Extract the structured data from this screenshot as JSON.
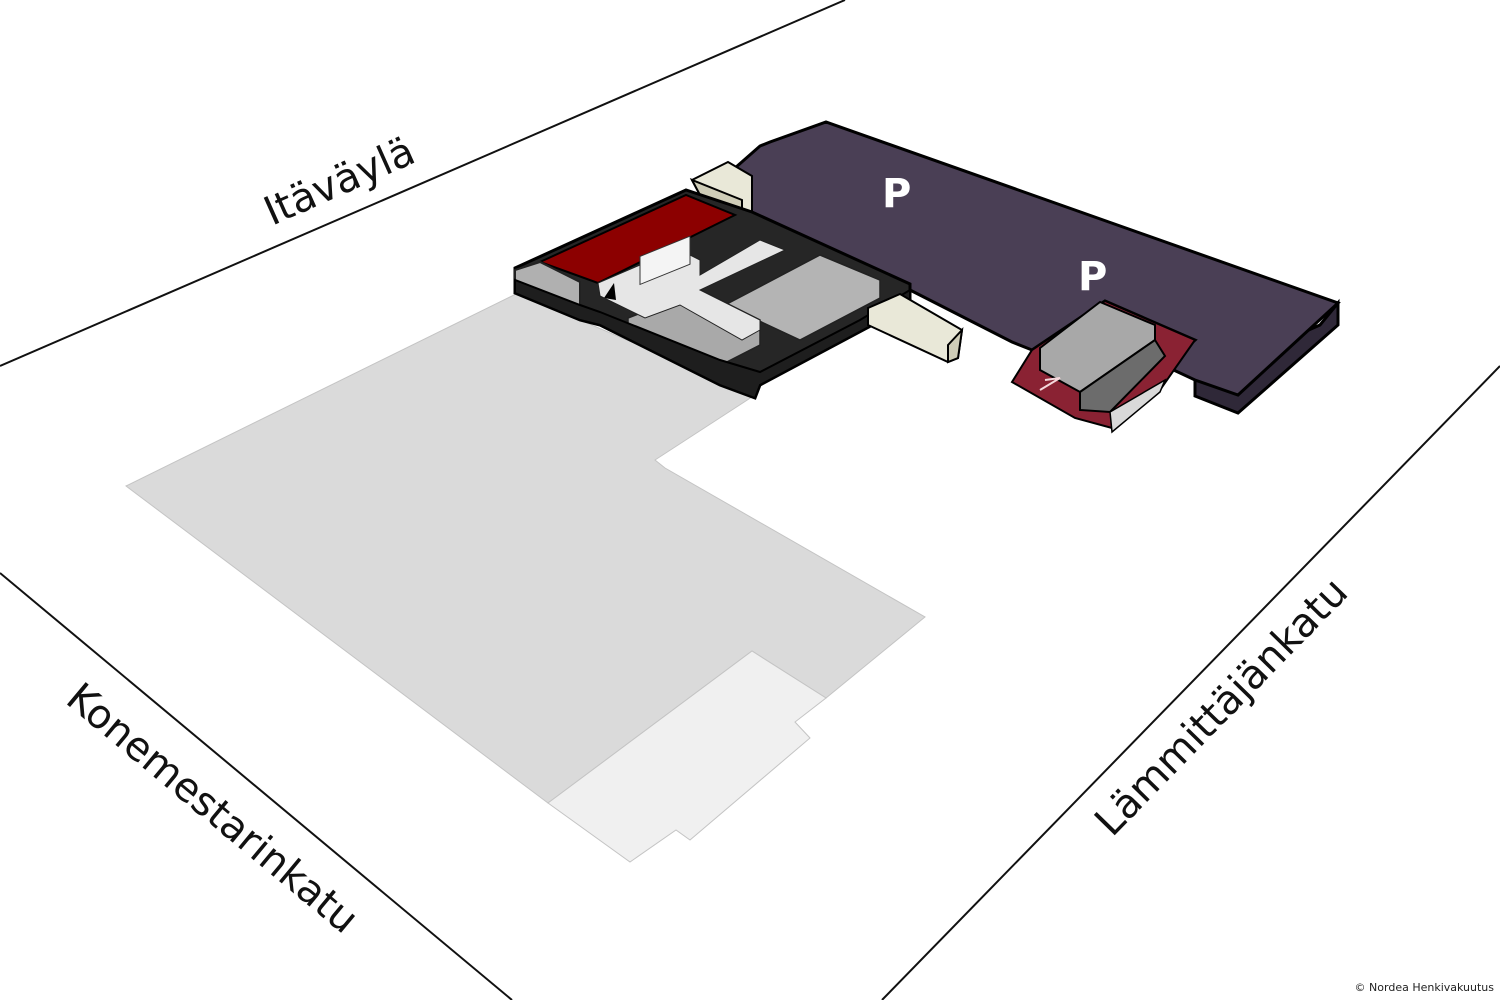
{
  "streets": {
    "north": "Itäväylä",
    "west": "Konemestarinkatu",
    "east": "Lämmittäjänkatu"
  },
  "parking": {
    "label_1": "P",
    "label_2": "P"
  },
  "copyright": "© Nordea Henkivakuutus",
  "colors": {
    "parking_deck": "#4a3f55",
    "red_zone": "#8c0000",
    "dark_block": "#2b2b2b",
    "grey_block": "#aaaaaa",
    "cream_block": "#e9e8d8",
    "lot_main": "#dadada",
    "lot_annex": "#f0f0f0"
  }
}
